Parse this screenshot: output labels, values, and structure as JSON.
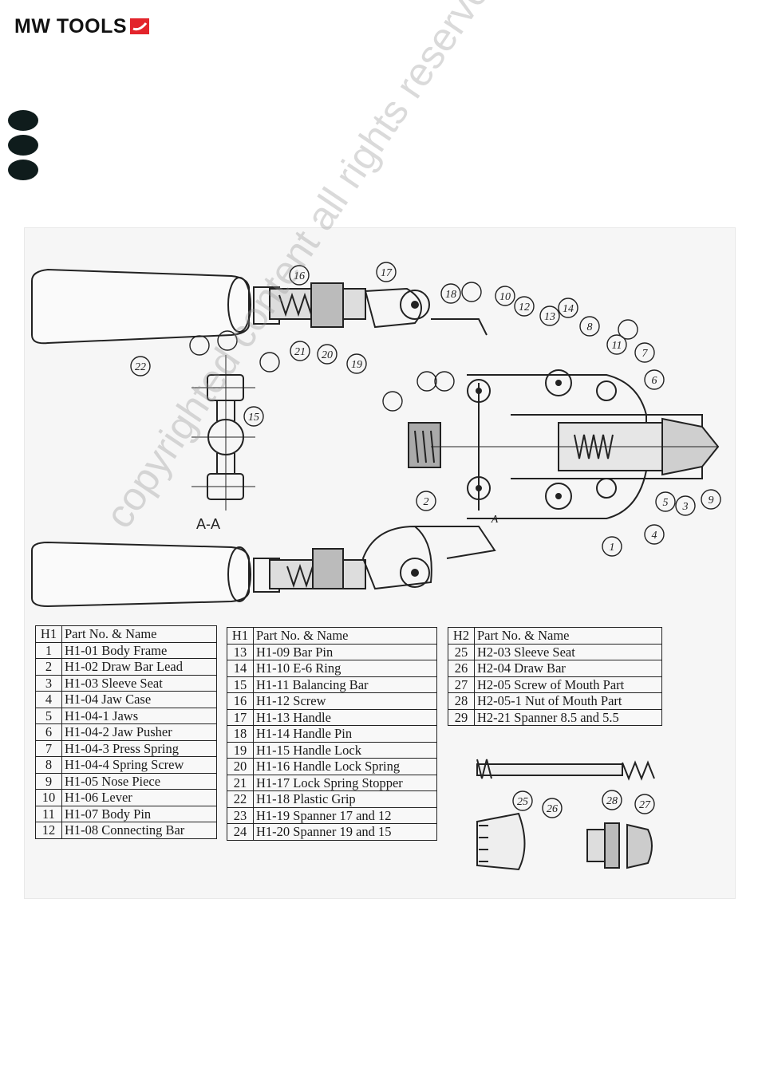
{
  "brand": {
    "name": "MW TOOLS",
    "accent_color": "#e3242b"
  },
  "drawing": {
    "section_label": "A-A",
    "callouts": [
      "1",
      "2",
      "3",
      "4",
      "5",
      "6",
      "7",
      "8",
      "9",
      "10",
      "11",
      "12",
      "13",
      "14",
      "15",
      "16",
      "17",
      "18",
      "19",
      "20",
      "21",
      "22",
      "25",
      "26",
      "27",
      "28",
      "A"
    ]
  },
  "table_h1_a": {
    "header": [
      "H1",
      "Part No. & Name"
    ],
    "rows": [
      [
        "1",
        "H1-01 Body Frame"
      ],
      [
        "2",
        "H1-02 Draw Bar Lead"
      ],
      [
        "3",
        "H1-03 Sleeve Seat"
      ],
      [
        "4",
        "H1-04 Jaw Case"
      ],
      [
        "5",
        "H1-04-1 Jaws"
      ],
      [
        "6",
        "H1-04-2 Jaw Pusher"
      ],
      [
        "7",
        "H1-04-3 Press Spring"
      ],
      [
        "8",
        "H1-04-4 Spring Screw"
      ],
      [
        "9",
        "H1-05 Nose Piece"
      ],
      [
        "10",
        "H1-06 Lever"
      ],
      [
        "11",
        "H1-07 Body Pin"
      ],
      [
        "12",
        "H1-08 Connecting Bar"
      ]
    ]
  },
  "table_h1_b": {
    "header": [
      "H1",
      "Part No. & Name"
    ],
    "rows": [
      [
        "13",
        "H1-09 Bar Pin"
      ],
      [
        "14",
        "H1-10 E-6 Ring"
      ],
      [
        "15",
        "H1-11 Balancing Bar"
      ],
      [
        "16",
        "H1-12 Screw"
      ],
      [
        "17",
        "H1-13 Handle"
      ],
      [
        "18",
        "H1-14 Handle Pin"
      ],
      [
        "19",
        "H1-15 Handle Lock"
      ],
      [
        "20",
        "H1-16 Handle Lock Spring"
      ],
      [
        "21",
        "H1-17 Lock Spring Stopper"
      ],
      [
        "22",
        "H1-18 Plastic Grip"
      ],
      [
        "23",
        "H1-19 Spanner 17 and 12"
      ],
      [
        "24",
        "H1-20 Spanner 19 and 15"
      ]
    ]
  },
  "table_h2": {
    "header": [
      "H2",
      "Part No. & Name"
    ],
    "rows": [
      [
        "25",
        "H2-03 Sleeve Seat"
      ],
      [
        "26",
        "H2-04 Draw Bar"
      ],
      [
        "27",
        "H2-05 Screw of Mouth Part"
      ],
      [
        "28",
        "H2-05-1 Nut of Mouth Part"
      ],
      [
        "29",
        "H2-21 Spanner 8.5 and 5.5"
      ]
    ]
  },
  "watermark": "copyrighted content all rights reserved by FBC"
}
